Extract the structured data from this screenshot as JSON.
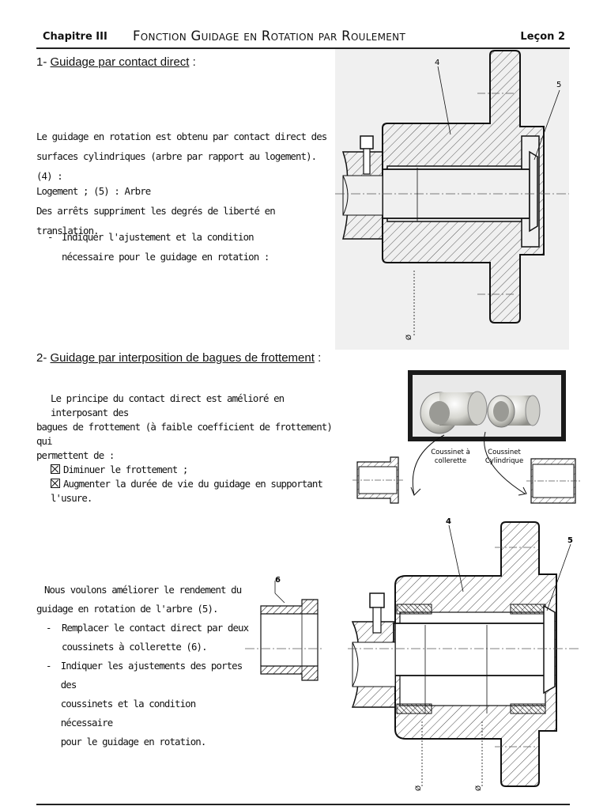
{
  "header": {
    "chapter": "Chapitre III",
    "title": "Fonction Guidage en Rotation par Roulement",
    "lesson": "Leçon 2"
  },
  "section1": {
    "number": "1-",
    "title": "Guidage par contact direct",
    "suffix": " :",
    "lines": [
      "Le guidage en rotation est obtenu par contact direct des",
      "surfaces cylindriques (arbre par rapport au logement). (4) :",
      "Logement ; (5) : Arbre",
      "Des arrêts suppriment les degrés de liberté en translation."
    ],
    "question": [
      "Indiquer l'ajustement et la condition",
      "nécessaire pour le guidage en rotation :"
    ],
    "fig_labels": [
      "4",
      "5",
      "Ø"
    ]
  },
  "section2": {
    "number": "2-",
    "title": "Guidage par interposition de bagues de frottement",
    "suffix": " :",
    "lines": [
      "Le principe du contact direct est amélioré en interposant des",
      "bagues de frottement (à faible coefficient de frottement) qui",
      "permettent de :"
    ],
    "checks": [
      "Diminuer le frottement ;",
      "Augmenter la durée de vie du guidage en supportant l'usure."
    ],
    "bush_labels": {
      "flanged": [
        "Coussinet à",
        "collerette"
      ],
      "cylindrical": [
        "Coussinet",
        "Cylindrique"
      ]
    }
  },
  "section3": {
    "intro": [
      "Nous voulons améliorer le rendement du",
      "guidage en rotation de l'arbre (5)."
    ],
    "tasks": [
      [
        "Remplacer le contact direct par deux",
        "coussinets à collerette (6)."
      ],
      [
        "Indiquer les ajustements des portes des",
        "coussinets et la condition nécessaire",
        "pour le guidage en rotation."
      ]
    ],
    "fig_labels": [
      "6",
      "4",
      "5",
      "Ø",
      "Ø"
    ]
  }
}
